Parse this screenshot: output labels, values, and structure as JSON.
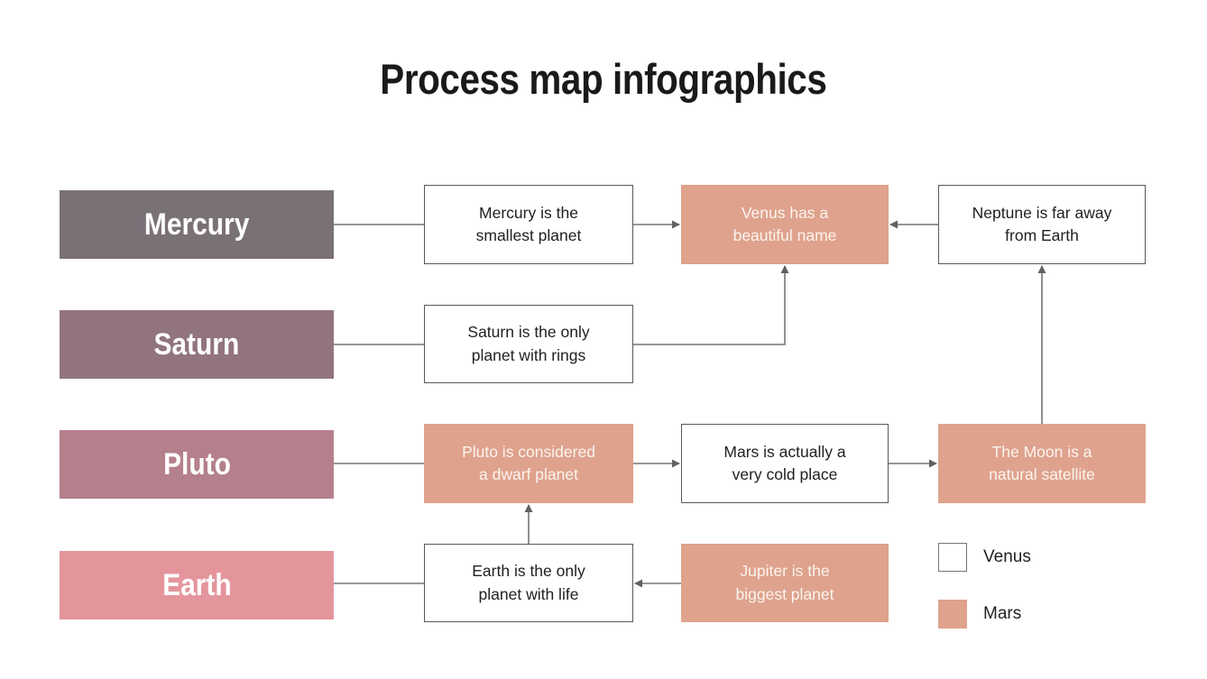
{
  "title": "Process map infographics",
  "colors": {
    "mercury_label": "#7a7177",
    "saturn_label": "#91747f",
    "pluto_label": "#b4808c",
    "earth_label": "#e4959c",
    "mars_salmon": "#dfa28d",
    "venus_white": "#ffffff",
    "box_border": "#58595b",
    "connector": "#757575",
    "text_dark": "#202124",
    "title_text": "#1a1a1a"
  },
  "planet_labels": [
    {
      "label": "Mercury"
    },
    {
      "label": "Saturn"
    },
    {
      "label": "Pluto"
    },
    {
      "label": "Earth"
    }
  ],
  "flow_boxes": [
    {
      "id": "mercury-fact",
      "text": "Mercury is the\nsmallest planet",
      "variant": "venus-white"
    },
    {
      "id": "venus-fact",
      "text": "Venus has a\nbeautiful name",
      "variant": "mars-salmon"
    },
    {
      "id": "neptune-fact",
      "text": "Neptune is far away\nfrom Earth",
      "variant": "venus-white"
    },
    {
      "id": "saturn-fact",
      "text": "Saturn is the only\nplanet with rings",
      "variant": "venus-white"
    },
    {
      "id": "pluto-fact",
      "text": "Pluto is considered\na dwarf planet",
      "variant": "mars-salmon"
    },
    {
      "id": "mars-fact",
      "text": "Mars is actually a\nvery cold place",
      "variant": "venus-white"
    },
    {
      "id": "moon-fact",
      "text": "The Moon is a\nnatural satellite",
      "variant": "mars-salmon"
    },
    {
      "id": "earth-fact",
      "text": "Earth is the only\nplanet with life",
      "variant": "venus-white"
    },
    {
      "id": "jupiter-fact",
      "text": "Jupiter is the\nbiggest planet",
      "variant": "mars-salmon"
    }
  ],
  "legend": [
    {
      "label": "Venus",
      "swatch_color": "#ffffff"
    },
    {
      "label": "Mars",
      "swatch_color": "#dfa28d"
    }
  ]
}
